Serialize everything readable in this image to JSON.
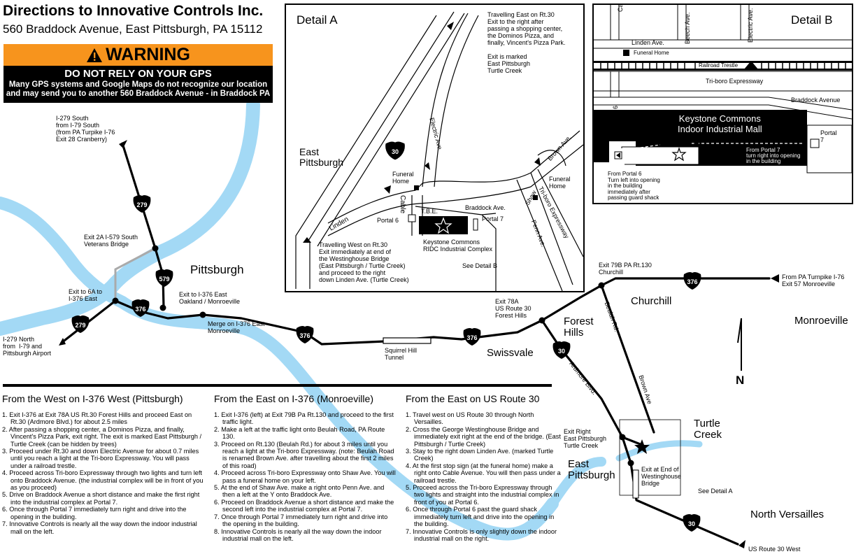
{
  "header": {
    "title": "Directions to Innovative Controls Inc.",
    "address": "560 Braddock Avenue,  East Pittsburgh, PA 15112"
  },
  "warning": {
    "heading": "WARNING",
    "line1": "DO NOT RELY ON YOUR GPS",
    "line2": "Many GPS systems and Google Maps do not recognize our location and may send you to another 560 Braddock Avenue - in Braddock PA"
  },
  "map": {
    "places": {
      "pittsburgh": "Pittsburgh",
      "churchill": "Churchill",
      "monroeville": "Monroeville",
      "forest_hills": "Forest\nHills",
      "swissvale": "Swissvale",
      "turtle_creek": "Turtle\nCreek",
      "east_pittsburgh": "East\nPittsburgh",
      "north_versailles": "North Versailles"
    },
    "labels": {
      "i279_south": "I-279 South\nfrom I-79 South\n(from PA Turpike I-76\nExit 28 Cranberry)",
      "exit_2a": "Exit 2A I-579 South\nVeterans Bridge",
      "exit_6a": "Exit to 6A to\nI-376 East",
      "i279_north": "I-279 North\nfrom  I-79 and\nPittsburgh Airport",
      "exit_i376_east": "Exit to I-376 East\nOakland / Monroeville",
      "merge_i376": "Merge on I-376 East\nMonroeville",
      "squirrel_hill": "Squirrel Hill\nTunnel",
      "exit_78a": "Exit 78A\nUS Route 30\nForest Hills",
      "exit_79b": "Exit 79B PA Rt.130\nChurchill",
      "from_turnpike": "From PA Turnpike I-76\nExit 57 Monroeville",
      "beulah_rd": "Beulah Rd.",
      "ardmore_blvd": "Ardmore Blvd.",
      "brown_ave": "Brown Ave",
      "exit_right_ep": "Exit Right\nEast Pittsburgh\nTurtle Creek",
      "exit_end_bridge": "Exit at End of\nWestinghouse\nBridge",
      "see_detail_a": "See Detail A",
      "us30_west": "US Route 30 West",
      "north": "N"
    },
    "shields": {
      "s279a": "279",
      "s279b": "279",
      "s579": "579",
      "s376a": "376",
      "s376b": "376",
      "s376c": "376",
      "s376d": "376",
      "s30a": "30",
      "s30b": "30"
    },
    "colors": {
      "river": "#a3d9f5",
      "warning_orange": "#f7941d"
    }
  },
  "detail_a": {
    "title": "Detail A",
    "east_pittsburgh": "East\nPittsburgh",
    "travel_east": "Travelling East on Rt.30\nExit to the right after\npassing a shopping center,\nthe Dominos Pizza, and\nfinally, Vincent's Pizza Park.\n\nExit is marked\nEast Pittsburgh\nTurtle Creek",
    "travel_west": "Travelling West on Rt.30\nExit immediately at end of\nthe Westinghouse Bridge\n(East Pittsburgh / Turtle Creek)\nand proceed to the right\ndown Linden Ave. (Turtle Creek)",
    "electric_ave": "Electric Ave",
    "brown_ave": "Brown Ave.",
    "funeral_home_1": "Funeral\nHome",
    "funeral_home_2": "Funeral\nHome",
    "cable": "Cable",
    "linden": "Linden",
    "tbe": "T.B.E.",
    "braddock_ave": "Braddock Ave.",
    "shaw": "Shaw",
    "triboro": "Tri-boro Expressway",
    "penn_ave": "Penn Ave.",
    "portal_6": "Portal 6",
    "portal_7": "Portal 7",
    "keystone": "Keystone Commons\nRIDC Industrial Complex",
    "see_detail_b": "See Detail B",
    "shield_30": "30"
  },
  "detail_b": {
    "title": "Detail B",
    "cable_ave": "Cable Ave.",
    "beech_ave": "Beech Ave.",
    "electric_ave": "Electric Ave.",
    "linden_ave": "Linden Ave.",
    "funeral_home": "Funeral Home",
    "railroad": "Railroad Trestle",
    "triboro": "Tri-boro Expressway",
    "braddock_ave": "Braddock Avenue",
    "portal_6": "Portal 6",
    "portal_7": "Portal\n7",
    "keystone": "Keystone Commons\nIndoor Industrial Mall",
    "from_portal_7": "From Portal 7\nturn right into opening\nin the building",
    "from_portal_6": "From Portal 6\nTurn left into opening\nin the building\nimmediately after\npassing guard shack"
  },
  "directions": [
    {
      "heading": "From the West on I-376 West (Pittsburgh)",
      "steps": [
        "1. Exit I-376 at Exit 78A US Rt.30 Forest Hills and proceed East on Rt.30 (Ardmore Blvd.) for about 2.5 miles",
        "2. After passing a shopping center, a Dominos Pizza, and finally, Vincent's Pizza Park, exit right. The exit is marked East Pittsburgh / Turtle Creek (can be hidden by trees)",
        "3. Proceed under Rt.30 and down Electric Avenue for about 0.7 miles until you reach a light at the Tri-boro Expressway. You will pass under a railroad trestle.",
        "4. Proceed across Tri-boro Expressway through two lights and turn left onto Braddock Avenue. (the industrial complex will be in front of you as you proceed)",
        "5. Drive on Braddock Avenue a short distance and make the first right into the industrial complex at Portal 7.",
        "6. Once through Portal 7 immediately turn right and drive into the opening in the building.",
        "7. Innovative Controls is nearly all the way down the indoor industrial mall on the left."
      ]
    },
    {
      "heading": "From the East on I-376 (Monroeville)",
      "steps": [
        "1. Exit I-376 (left) at Exit 79B Pa Rt.130 and proceed to the first traffic light.",
        "2. Make a left at the traffic light onto Beulah Road, PA Route 130.",
        "3. Proceed on Rt.130  (Beulah Rd.) for about 3 miles until you reach a light at the Tri-boro Expressway. (note: Beulah Road is renamed Brown Ave. after travelling about the first 2 miles of this road)",
        "4. Proceed across Tri-boro Expressway onto Shaw Ave. You will pass a funeral home on your left.",
        "5. At the end of Shaw Ave. make a right onto Penn Ave. and then a left at the Y onto Braddock Ave.",
        "6. Proceed on Braddock Avenue a short distance and make the second left into the industrial complex at Portal 7.",
        "7. Once through Portal 7 immediately turn right and drive into the opening in the building.",
        "8. Innovative Controls is nearly all the way down the indoor industrial mall on the left."
      ]
    },
    {
      "heading": "From the East on US Route 30",
      "steps": [
        "1. Travel west on US Route 30 through North Versailles.",
        "2. Cross the George Westinghouse Bridge and immediately exit right at the end of the bridge. (East Pittsburgh / Turtle Creek)",
        "3. Stay to the right down Linden Ave. (marked Turtle Creek)",
        "4. At the first stop sign (at the funeral home) make a right onto Cable Avenue. You will then pass under a railroad trestle.",
        "5. Proceed across the Tri-boro Expressway through two lights and straight into the industrial complex in front of you at Portal 6.",
        "6. Once through Portal 6 past the guard shack immediately turn left and drive into the opening in the building.",
        "7. Innovative Controls is only slightly down the indoor industrial mall on the right."
      ]
    }
  ]
}
